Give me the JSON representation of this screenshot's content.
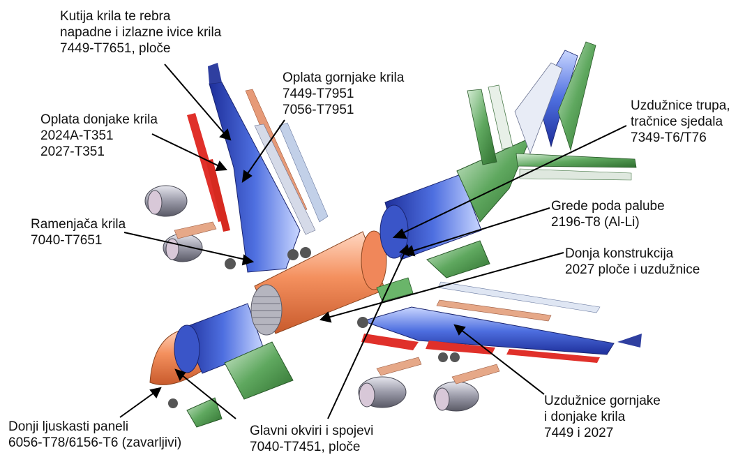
{
  "labels": [
    {
      "id": "wing-box",
      "lines": [
        "Kutija krila te rebra",
        "napadne i izlazne ivice krila",
        "7449-T7651, ploče"
      ]
    },
    {
      "id": "upper-wing-skin",
      "lines": [
        "Oplata gornjake krila",
        "7449-T7951",
        "7056-T7951"
      ]
    },
    {
      "id": "lower-wing-skin",
      "lines": [
        "Oplata donjake krila",
        "2024A-T351",
        "2027-T351"
      ]
    },
    {
      "id": "wing-spar",
      "lines": [
        "Ramenjača krila",
        "7040-T7651"
      ]
    },
    {
      "id": "fuselage-stringers",
      "lines": [
        "Uzdužnice trupa,",
        "tračnice sjedala",
        "7349-T6/T76"
      ]
    },
    {
      "id": "floor-beams",
      "lines": [
        "Grede poda palube",
        "2196-T8 (Al-Li)"
      ]
    },
    {
      "id": "lower-structure",
      "lines": [
        "Donja konstrukcija",
        "2027 ploče i uzdužnice"
      ]
    },
    {
      "id": "wing-stringers",
      "lines": [
        "Uzdužnice gornjake",
        "i donjake krila",
        "7449 i 2027"
      ]
    },
    {
      "id": "lower-shell-panels",
      "lines": [
        "Donji ljuskasti paneli",
        "6056-T78/6156-T6 (zavarljivi)"
      ]
    },
    {
      "id": "main-frames",
      "lines": [
        "Glavni okviri i spojevi",
        "7040-T7451, ploče"
      ]
    }
  ],
  "colors": {
    "blue": "#2f45b8",
    "orange": "#f0875a",
    "green": "#4f9a4f",
    "red": "#e0302a",
    "grey": "#8a8a98",
    "leader": "#000000"
  }
}
